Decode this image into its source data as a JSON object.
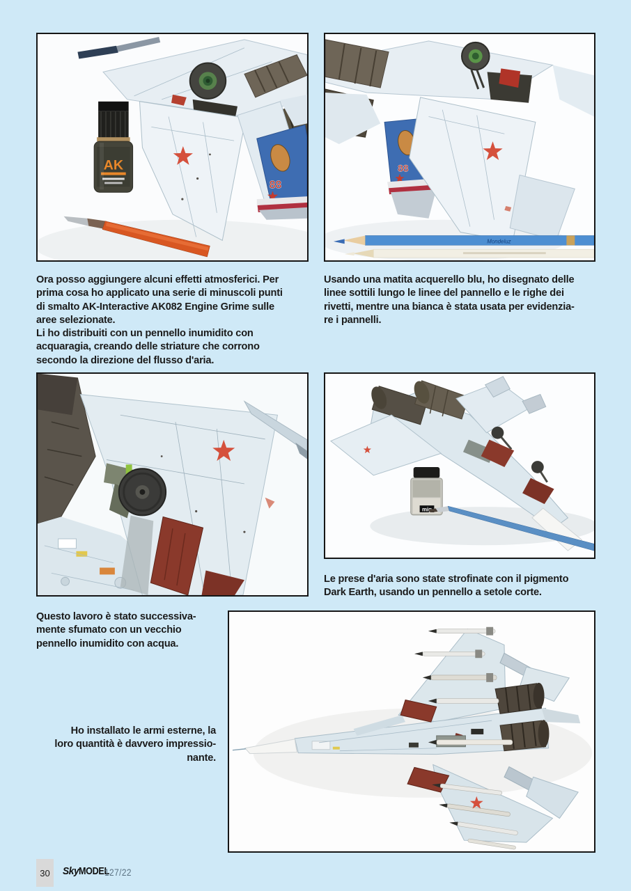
{
  "colors": {
    "page_background": "#cfe9f7",
    "photo_border": "#161616",
    "body_text": "#1b1b1b",
    "star_red": "#d5503c",
    "tail_blue": "#3e6db2",
    "gear_door_red": "#8a392b",
    "ak_logo_orange": "#e8872a",
    "footer_box_grey": "#d9d9d9",
    "issue_text_grey": "#5c7383"
  },
  "paragraphs": {
    "top_left": "Ora posso aggiungere alcuni effetti atmosferici. Per\nprima cosa ho applicato una serie di minuscoli punti\ndi smalto AK-Interactive AK082 Engine Grime sulle\naree selezionate.\nLi ho distribuiti con un pennello inumidito con\nacquaragia, creando delle striature che corrono\nsecondo la direzione del flusso d'aria.",
    "top_right": "Usando una matita acquerello blu, ho disegnato delle\nlinee sottili lungo le linee del pannello e le righe dei\nrivetti, mentre una bianca è stata usata per evidenzia-\nre i pannelli.",
    "mid_right": "Le prese d'aria sono state strofinate con il pigmento\nDark Earth, usando un pennello a setole corte.",
    "mid_left": "Questo lavoro è stato successiva-\nmente sfumato con un vecchio\npennello inumidito con acqua.",
    "bottom_left": "Ho installato le armi esterne, la\nloro quantità è davvero impressio-\nnante."
  },
  "photos": {
    "top_left": {
      "bottle_brand": "AK",
      "tail_number": "88"
    },
    "top_right": {
      "tail_number": "88",
      "pencil_brand": "Mondeluz"
    },
    "mid_right": {
      "jar_brand": "mig"
    }
  },
  "footer": {
    "page_number": "30",
    "logo_sky": "Sky",
    "logo_model": "MODEL",
    "issue": "127/22"
  }
}
